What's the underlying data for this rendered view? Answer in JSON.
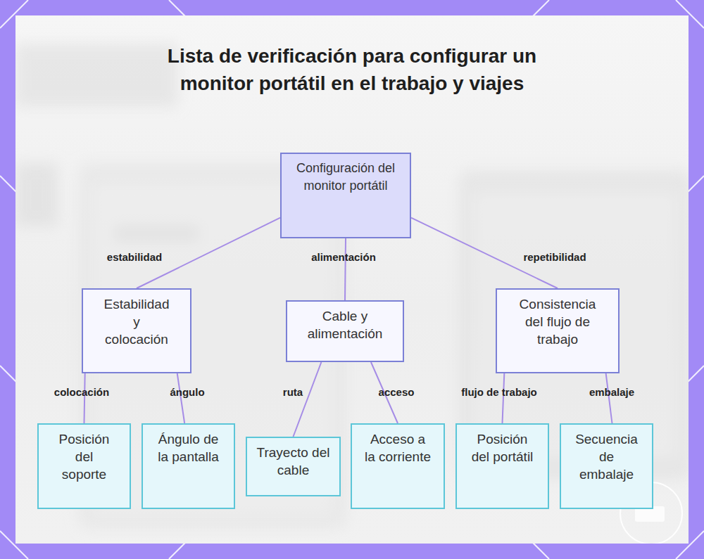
{
  "diagram": {
    "title": "Lista de verificación para configurar un monitor portátil en el trabajo y viajes",
    "nodes": [
      {
        "text": [
          "Configuración del monitor portátil"
        ]
      },
      {
        "text": [
          "Estabilidad y colocación"
        ]
      },
      {
        "text": [
          "Cable y alimentación"
        ]
      },
      {
        "text": [
          "Consistencia del flujo de trabajo"
        ]
      },
      {
        "text": [
          "Posición del soporte"
        ]
      },
      {
        "text": [
          "Ángulo de la pantalla"
        ]
      },
      {
        "text": [
          "Trayecto del cable"
        ]
      },
      {
        "text": [
          "Acceso a la corriente"
        ]
      },
      {
        "text": [
          "Posición del portátil"
        ]
      },
      {
        "text": [
          "Secuencia de embalaje"
        ]
      }
    ],
    "edges": [
      {
        "from": 0,
        "to": 1,
        "label": "estabilidad",
        "arrow": "none"
      },
      {
        "from": 0,
        "to": 2,
        "label": "alimentación",
        "arrow": "none"
      },
      {
        "from": 0,
        "to": 3,
        "label": "repetibilidad",
        "arrow": "none"
      },
      {
        "from": 1,
        "to": 4,
        "label": "colocación",
        "arrow": "none"
      },
      {
        "from": 1,
        "to": 5,
        "label": "ángulo",
        "arrow": "none"
      },
      {
        "from": 2,
        "to": 6,
        "label": "ruta",
        "arrow": "none"
      },
      {
        "from": 2,
        "to": 7,
        "label": "acceso",
        "arrow": "none"
      },
      {
        "from": 3,
        "to": 8,
        "label": "flujo de trabajo",
        "arrow": "none"
      },
      {
        "from": 3,
        "to": 9,
        "label": "embalaje",
        "arrow": "none"
      }
    ]
  }
}
